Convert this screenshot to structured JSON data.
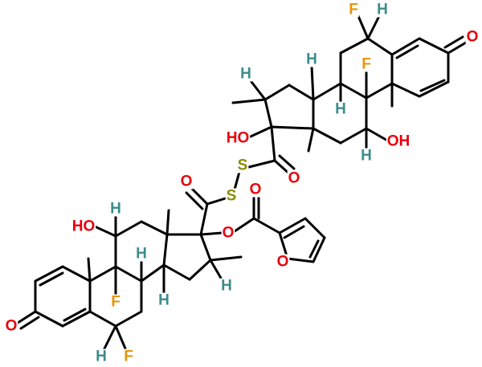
{
  "colors": {
    "bond": "#000000",
    "O": "#e8000b",
    "F": "#e8940c",
    "S": "#8c8c00",
    "H": "#3c8c8c",
    "C": "#000000",
    "background": "#ffffff"
  },
  "atom_labels": {
    "F_top": "F",
    "H_top": "H",
    "O_ketone_top": "O",
    "H_c14_top": "H",
    "F_c9_top": "F",
    "H_c16_top": "H",
    "H_c8_top": "H",
    "HO_c17_top": "HO",
    "OH_c11_top": "OH",
    "H_c11_top": "H",
    "S_1": "S",
    "S_2": "S",
    "O_thio_top": "O",
    "O_thio_bottom": "O",
    "O_ester_carbonyl": "O",
    "O_ester": "O",
    "O_furan": "O",
    "HO_c11_bottom": "HO",
    "H_c11_bottom": "H",
    "H_c8_bottom": "H",
    "H_c14_bottom": "H",
    "H_c16_bottom": "H",
    "F_c9_bottom": "F",
    "O_ketone_bottom": "O",
    "H_c6_bottom": "H",
    "F_c6_bottom": "F"
  }
}
